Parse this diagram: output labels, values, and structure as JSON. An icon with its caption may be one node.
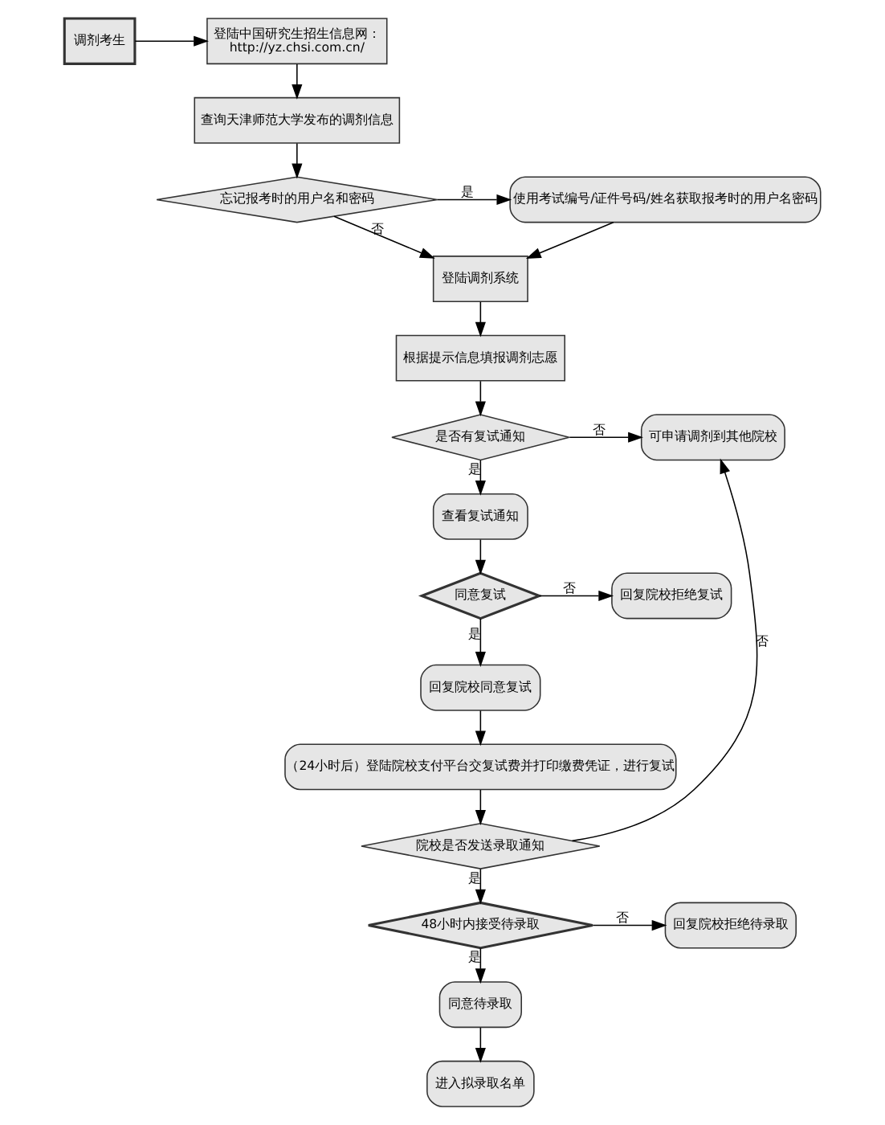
{
  "diagram": {
    "nodes": [
      {
        "text": [
          "调剂考生"
        ]
      },
      {
        "text": [
          "登陆中国研究生招生信息网：",
          "http://yz.chsi.com.cn/"
        ]
      },
      {
        "text": [
          "查询天津师范大学发布的调剂信息"
        ]
      },
      {
        "text": [
          "忘记报考时的用户名和密码"
        ]
      },
      {
        "text": [
          "使用考试编号/证件号码/姓名获取报考时的用户名密码"
        ]
      },
      {
        "text": [
          "登陆调剂系统"
        ]
      },
      {
        "text": [
          "根据提示信息填报调剂志愿"
        ]
      },
      {
        "text": [
          "是否有复试通知"
        ]
      },
      {
        "text": [
          "可申请调剂到其他院校"
        ]
      },
      {
        "text": [
          "查看复试通知"
        ]
      },
      {
        "text": [
          "同意复试"
        ]
      },
      {
        "text": [
          "回复院校拒绝复试"
        ]
      },
      {
        "text": [
          "回复院校同意复试"
        ]
      },
      {
        "text": [
          "（24小时后）登陆院校支付平台交复试费并打印缴费凭证，进行复试"
        ]
      },
      {
        "text": [
          "院校是否发送录取通知"
        ]
      },
      {
        "text": [
          "48小时内接受待录取"
        ]
      },
      {
        "text": [
          "回复院校拒绝待录取"
        ]
      },
      {
        "text": [
          "同意待录取"
        ]
      },
      {
        "text": [
          "进入拟录取名单"
        ]
      }
    ],
    "edges": [
      {
        "from": 0,
        "to": 1,
        "arrow": "to"
      },
      {
        "from": 1,
        "to": 2,
        "arrow": "to"
      },
      {
        "from": 2,
        "to": 3,
        "arrow": "to"
      },
      {
        "from": 3,
        "to": 4,
        "arrow": "to",
        "label": "是"
      },
      {
        "from": 3,
        "to": 5,
        "arrow": "to",
        "label": "否"
      },
      {
        "from": 4,
        "to": 5,
        "arrow": "to"
      },
      {
        "from": 5,
        "to": 6,
        "arrow": "to"
      },
      {
        "from": 6,
        "to": 7,
        "arrow": "to"
      },
      {
        "from": 7,
        "to": 8,
        "arrow": "to",
        "label": "否"
      },
      {
        "from": 7,
        "to": 9,
        "arrow": "to",
        "label": "是"
      },
      {
        "from": 9,
        "to": 10,
        "arrow": "to"
      },
      {
        "from": 10,
        "to": 11,
        "arrow": "to",
        "label": "否"
      },
      {
        "from": 10,
        "to": 12,
        "arrow": "to",
        "label": "是"
      },
      {
        "from": 12,
        "to": 13,
        "arrow": "to"
      },
      {
        "from": 13,
        "to": 14,
        "arrow": "to"
      },
      {
        "from": 14,
        "to": 8,
        "arrow": "to",
        "label": "否"
      },
      {
        "from": 14,
        "to": 15,
        "arrow": "to",
        "label": "是"
      },
      {
        "from": 15,
        "to": 16,
        "arrow": "to",
        "label": "否"
      },
      {
        "from": 15,
        "to": 17,
        "arrow": "to",
        "label": "是"
      },
      {
        "from": 17,
        "to": 18,
        "arrow": "to"
      }
    ]
  }
}
